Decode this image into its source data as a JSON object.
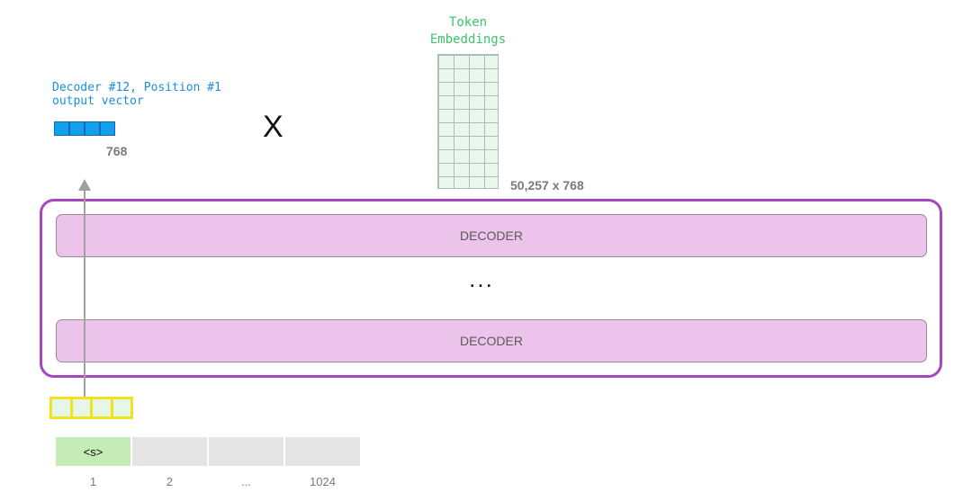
{
  "token_embeddings": {
    "title_line1": "Token",
    "title_line2": "Embeddings",
    "dimensions": "50,257 x 768"
  },
  "output_vector": {
    "title_line1": "Decoder #12, Position #1",
    "title_line2": "output vector",
    "dimension": "768"
  },
  "operator": "X",
  "decoder_stack": {
    "blocks": [
      "DECODER",
      "DECODER"
    ],
    "ellipsis": "..."
  },
  "input": {
    "tokens": [
      "<s>",
      "",
      "",
      ""
    ],
    "positions": [
      "1",
      "2",
      "...",
      "1024"
    ]
  },
  "colors": {
    "token_title": "#3cc46a",
    "output_title": "#1a8fdd",
    "output_vector": "#12a0ee",
    "stack_border": "#a648bd",
    "decoder_fill": "#ecc3ea",
    "input_vector_border": "#f2e21c",
    "first_token": "#c5ecb6"
  }
}
